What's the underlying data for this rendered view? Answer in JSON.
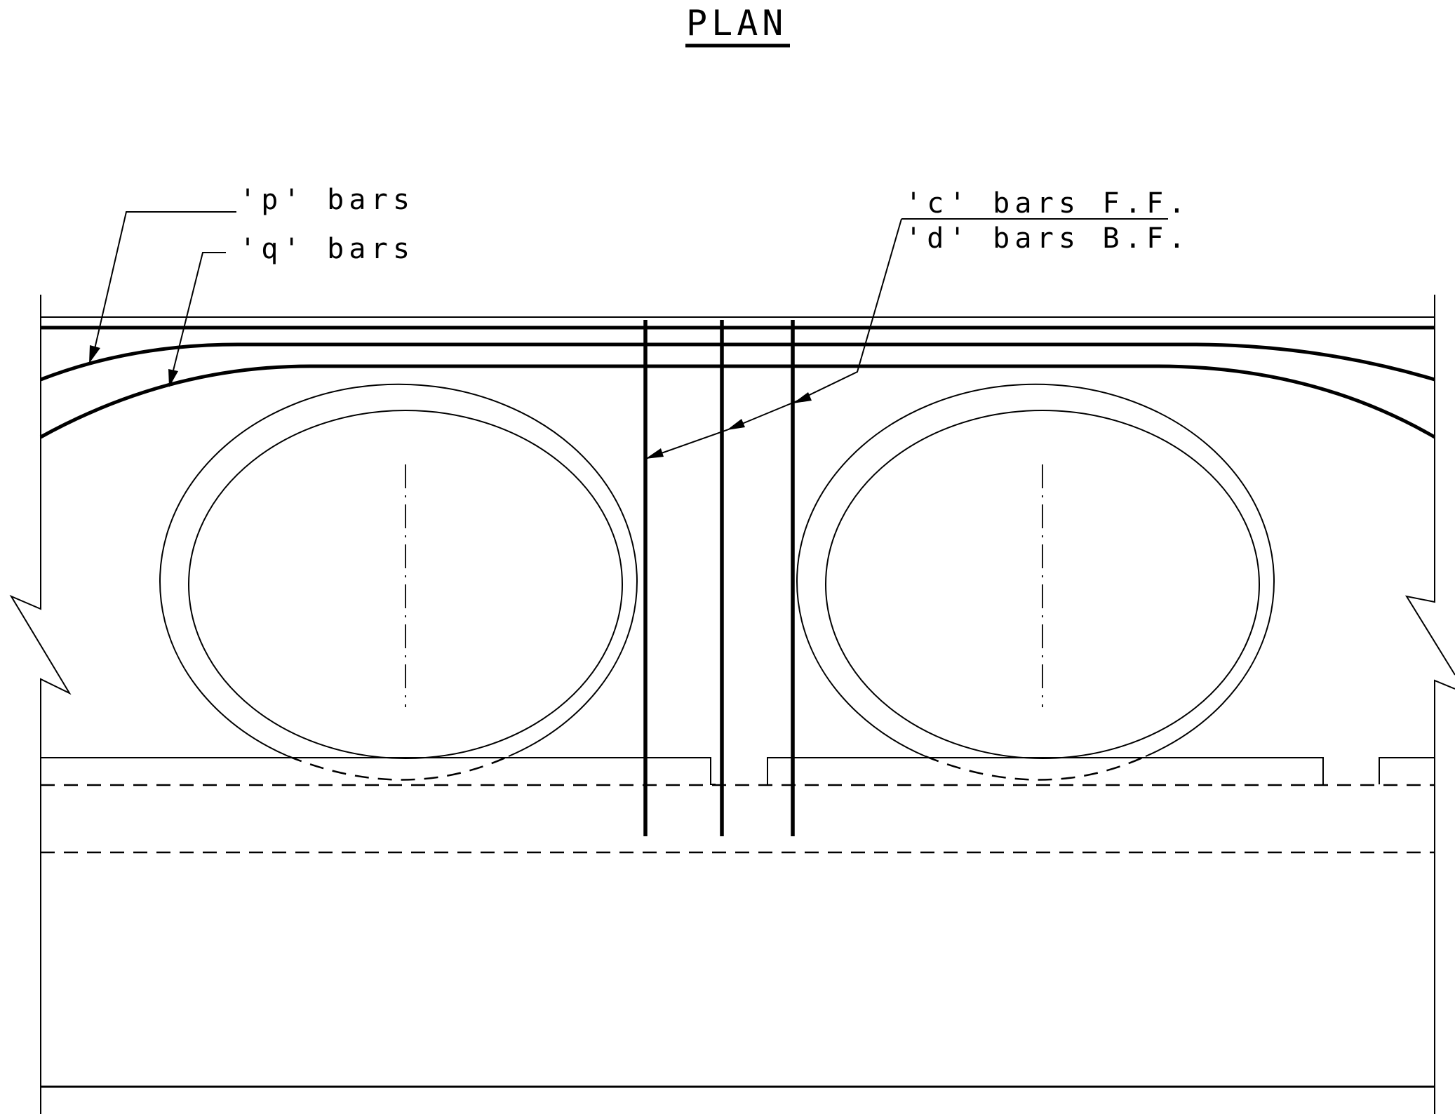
{
  "drawing": {
    "title": "PLAN",
    "labels": {
      "p_bars": "'p' bars",
      "q_bars": "'q' bars",
      "c_bars": "'c' bars F.F.",
      "d_bars": "'d' bars B.F."
    },
    "colors": {
      "ink": "#000000",
      "paper": "#ffffff"
    }
  }
}
